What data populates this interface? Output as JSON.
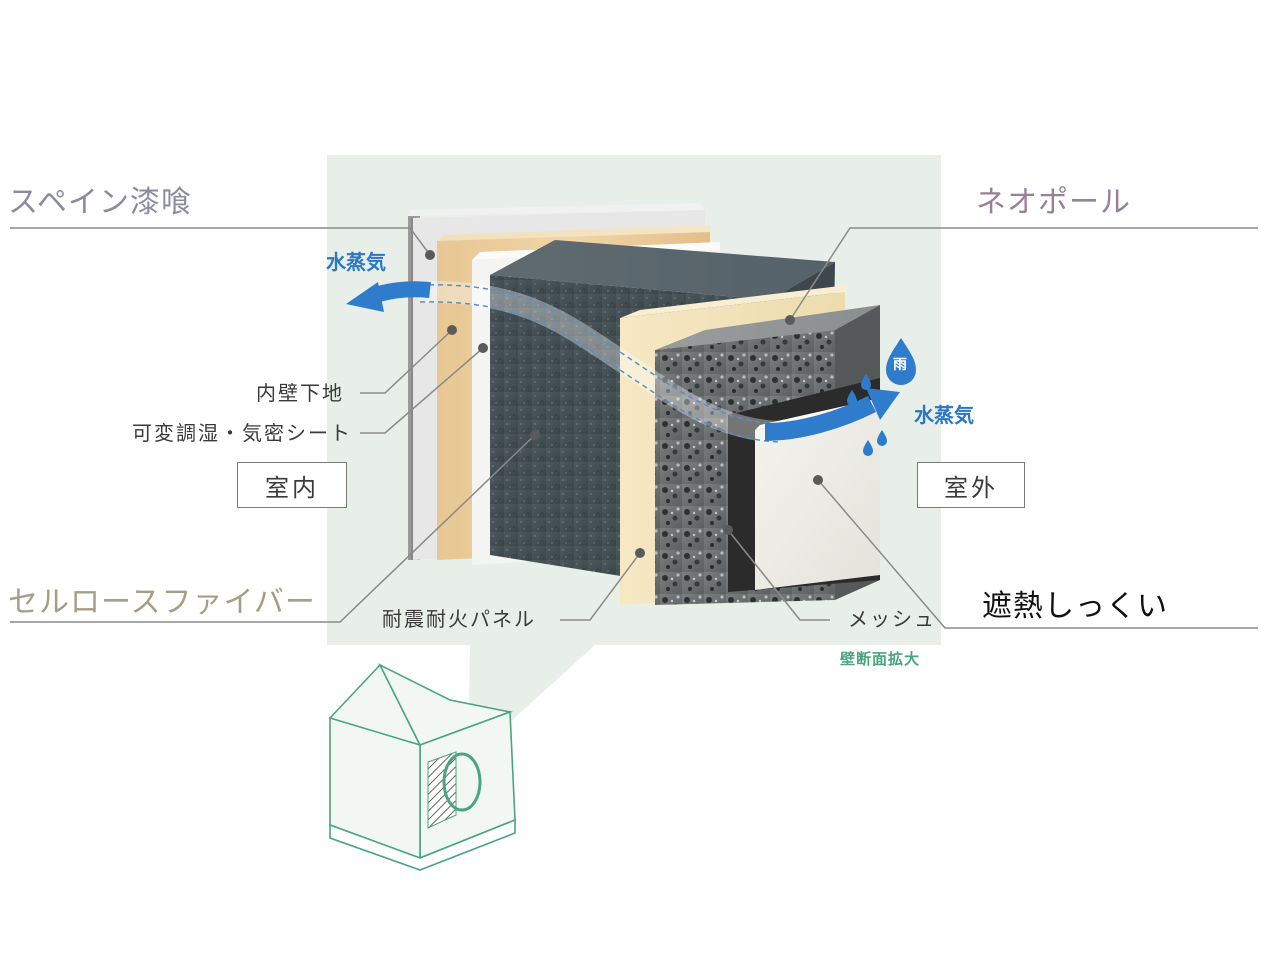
{
  "labels": {
    "spain_plaster": "スペイン漆喰",
    "neopor": "ネオポール",
    "cellulose_fiber": "セルロースファイバー",
    "heat_shield_plaster": "遮熱しっくい",
    "inner_wall_base": "内壁下地",
    "vapor_sheet": "可変調湿・気密シート",
    "panel": "耐震耐火パネル",
    "mesh": "メッシュ",
    "wall_section": "壁断面拡大",
    "vapor_left": "水蒸気",
    "vapor_right": "水蒸気",
    "rain": "雨",
    "indoor": "室内",
    "outdoor": "室外"
  },
  "colors": {
    "spain_plaster": "#8b8aa3",
    "neopor": "#9a7f98",
    "cellulose_fiber": "#a49f84",
    "heat_shield_plaster": "#111111",
    "vapor": "#2a77c4",
    "accent_green": "#4aa57f",
    "panel_bg": "#e8efe9"
  }
}
